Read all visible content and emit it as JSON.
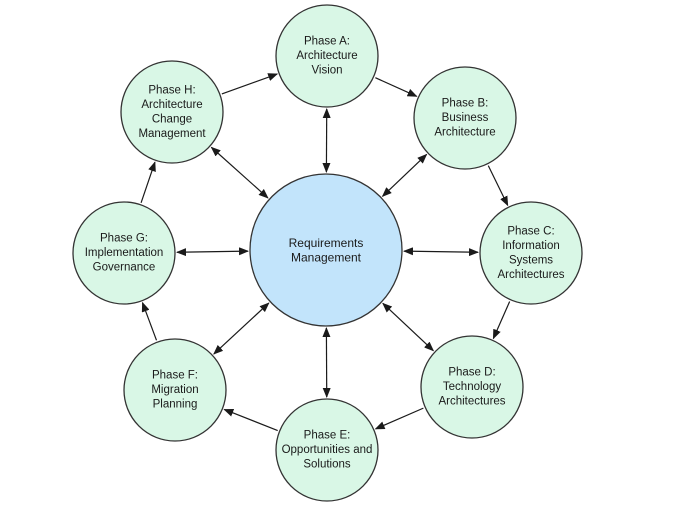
{
  "center": {
    "lines": [
      "Requirements",
      "Management"
    ],
    "fill": "#c2e4fb"
  },
  "phases": [
    {
      "id": "a",
      "lines": [
        "Phase A:",
        "Architecture",
        "Vision"
      ]
    },
    {
      "id": "b",
      "lines": [
        "Phase B:",
        "Business",
        "Architecture"
      ]
    },
    {
      "id": "c",
      "lines": [
        "Phase C:",
        "Information",
        "Systems",
        "Architectures"
      ]
    },
    {
      "id": "d",
      "lines": [
        "Phase D:",
        "Technology",
        "Architectures"
      ]
    },
    {
      "id": "e",
      "lines": [
        "Phase E:",
        "Opportunities and",
        "Solutions"
      ]
    },
    {
      "id": "f",
      "lines": [
        "Phase F:",
        "Migration",
        "Planning"
      ]
    },
    {
      "id": "g",
      "lines": [
        "Phase G:",
        "Implementation",
        "Governance"
      ]
    },
    {
      "id": "h",
      "lines": [
        "Phase H:",
        "Architecture",
        "Change",
        "Management"
      ]
    }
  ],
  "cycle": [
    [
      "a",
      "b"
    ],
    [
      "b",
      "c"
    ],
    [
      "c",
      "d"
    ],
    [
      "d",
      "e"
    ],
    [
      "e",
      "f"
    ],
    [
      "f",
      "g"
    ],
    [
      "g",
      "h"
    ],
    [
      "h",
      "a"
    ]
  ],
  "center_links": "bidirectional",
  "colors": {
    "phase_fill": "#d9f7e6",
    "center_fill": "#c2e4fb",
    "stroke": "#333333",
    "arrow": "#1a1a1a"
  }
}
